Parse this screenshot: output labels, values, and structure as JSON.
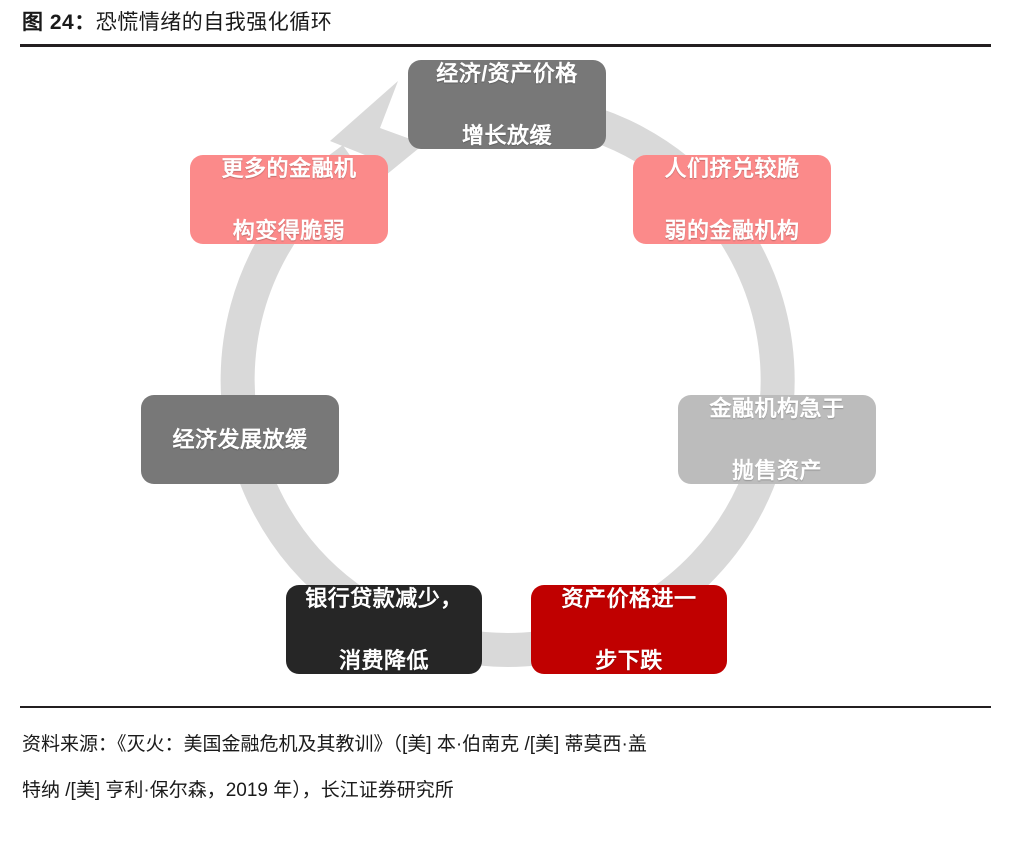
{
  "figure": {
    "number_label": "图 24：",
    "title": "恐慌情绪的自我强化循环",
    "full_title": "图 24：恐慌情绪的自我强化循环"
  },
  "diagram": {
    "type": "cycle",
    "direction": "clockwise",
    "ring_color": "#d9d9d9",
    "arrow_position": "top-left",
    "nodes": [
      {
        "id": "node-1",
        "position": "top",
        "label": "经济/资产价格增长放缓",
        "line1": "经济/资产价格",
        "line2": "增长放缓",
        "bg": "#787878",
        "text_color": "#ffffff"
      },
      {
        "id": "node-2",
        "position": "upper-right",
        "label": "人们挤兑较脆弱的金融机构",
        "line1": "人们挤兑较脆",
        "line2": "弱的金融机构",
        "bg": "#fb8a8a",
        "text_color": "#ffffff"
      },
      {
        "id": "node-3",
        "position": "right",
        "label": "金融机构急于抛售资产",
        "line1": "金融机构急于",
        "line2": "抛售资产",
        "bg": "#bcbcbc",
        "text_color": "#ffffff"
      },
      {
        "id": "node-4",
        "position": "bottom-right",
        "label": "资产价格进一步下跌",
        "line1": "资产价格进一",
        "line2": "步下跌",
        "bg": "#c00000",
        "text_color": "#ffffff"
      },
      {
        "id": "node-5",
        "position": "bottom-left",
        "label": "银行贷款减少，消费降低",
        "line1": "银行贷款减少，",
        "line2": "消费降低",
        "bg": "#262626",
        "text_color": "#ffffff"
      },
      {
        "id": "node-6",
        "position": "left",
        "label": "经济发展放缓",
        "line1": "经济发展放缓",
        "line2": "",
        "bg": "#787878",
        "text_color": "#ffffff"
      },
      {
        "id": "node-7",
        "position": "upper-left",
        "label": "更多的金融机构变得脆弱",
        "line1": "更多的金融机",
        "line2": "构变得脆弱",
        "bg": "#fb8a8a",
        "text_color": "#ffffff"
      }
    ]
  },
  "footer": {
    "source_line1": "资料来源：《灭火：美国金融危机及其教训》（[美] 本·伯南克 /[美] 蒂莫西·盖",
    "source_line2": "特纳 /[美] 亨利·保尔森，2019 年），长江证券研究所",
    "source_full": "资料来源：《灭火：美国金融危机及其教训》（[美] 本·伯南克 /[美] 蒂莫西·盖特纳 /[美] 亨利·保尔森，2019 年），长江证券研究所"
  }
}
